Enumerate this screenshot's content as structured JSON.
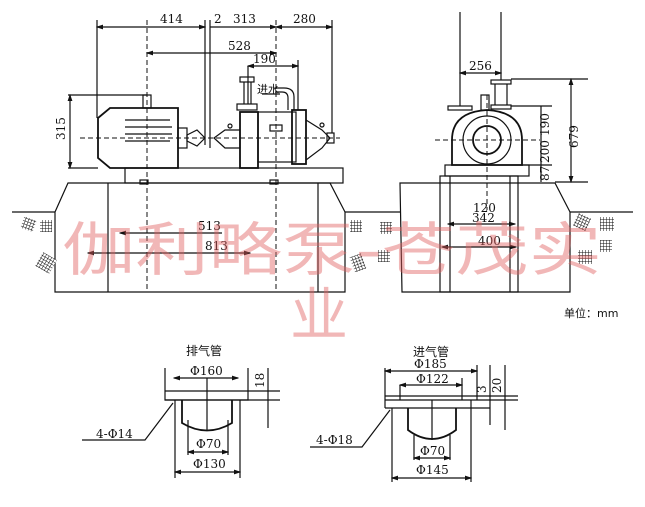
{
  "side_view": {
    "dims": {
      "d414": "414",
      "d2": "2",
      "d313": "313",
      "d280": "280",
      "d528": "528",
      "d190": "190",
      "d315": "315",
      "d513": "513",
      "d813": "813"
    },
    "inlet_label": "进水"
  },
  "end_view": {
    "dims": {
      "d256": "256",
      "d679": "679",
      "d190": "190",
      "d200": "200",
      "d87": "87",
      "d120": "120",
      "d342": "342",
      "d400": "400"
    }
  },
  "unit_label": "单位：mm",
  "exhaust_flange": {
    "title": "排气管",
    "d160": "Φ160",
    "d18": "18",
    "d70": "Φ70",
    "d130": "Φ130",
    "holes": "4-Φ14"
  },
  "intake_flange": {
    "title": "进气管",
    "d185": "Φ185",
    "d122": "Φ122",
    "d3": "3",
    "d20": "20",
    "d70": "Φ70",
    "d145": "Φ145",
    "holes": "4-Φ18"
  },
  "watermark": {
    "line1": "伽利略泵-苍茂实",
    "line2": "业"
  }
}
